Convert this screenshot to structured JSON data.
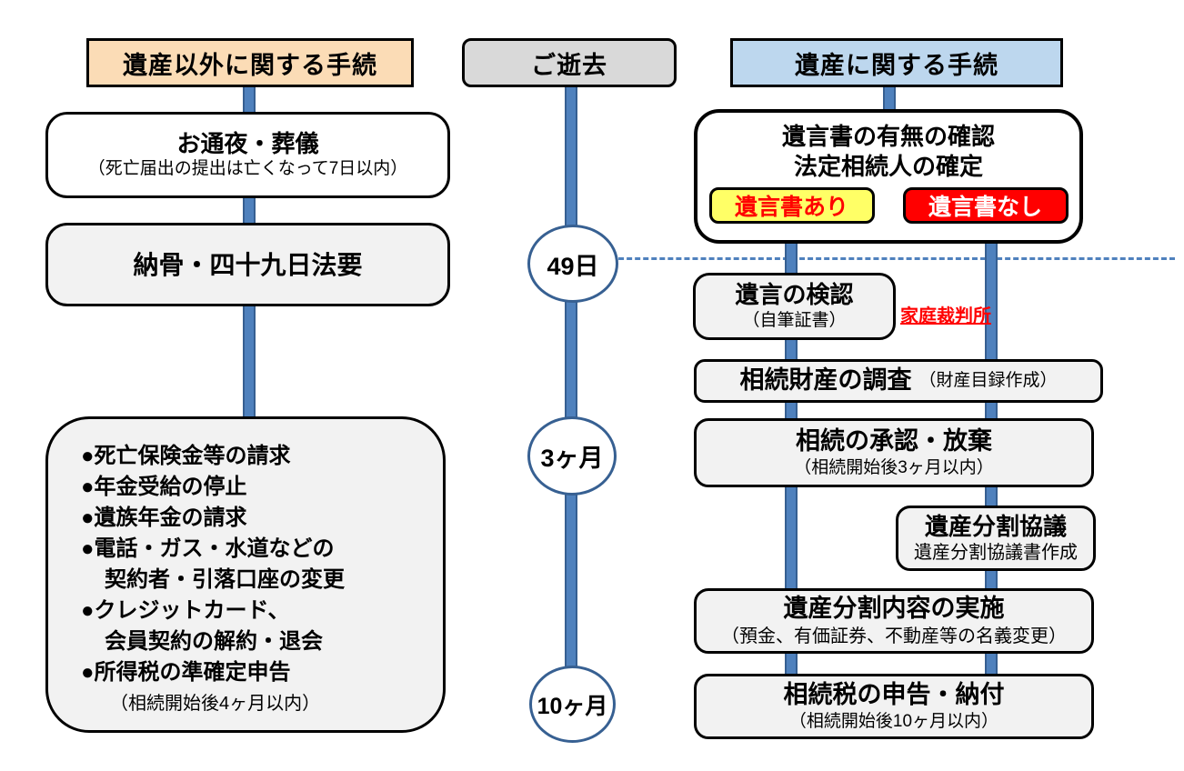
{
  "left": {
    "header": "遺産以外に関する手続",
    "wake": {
      "title": "お通夜・葬儀",
      "subtitle": "（死亡届出の提出は亡くなって7日以内）"
    },
    "nokotsu": {
      "title": "納骨・四十九日法要"
    },
    "tasks": [
      "●死亡保険金等の請求",
      "●年金受給の停止",
      "●遺族年金の請求",
      "●電話・ガス・水道などの",
      "契約者・引落口座の変更",
      "●クレジットカード、",
      "会員契約の解約・退会",
      "●所得税の準確定申告",
      "（相続開始後4ヶ月以内）"
    ]
  },
  "timeline": {
    "header": "ご逝去",
    "milestones": [
      "49日",
      "3ヶ月",
      "10ヶ月"
    ]
  },
  "right": {
    "header": "遺産に関する手続",
    "check": {
      "line1": "遺言書の有無の確認",
      "line2": "法定相続人の確定",
      "yes": "遺言書あり",
      "no": "遺言書なし"
    },
    "probate": {
      "title": "遺言の検認",
      "subtitle": "（自筆証書）",
      "note": "家庭裁判所"
    },
    "survey": {
      "title": "相続財産の調査",
      "subtitle": "（財産目録作成）"
    },
    "approval": {
      "title": "相続の承認・放棄",
      "subtitle": "（相続開始後3ヶ月以内）"
    },
    "division_meeting": {
      "title": "遺産分割協議",
      "subtitle": "遺産分割協議書作成"
    },
    "division_execute": {
      "title": "遺産分割内容の実施",
      "subtitle": "（預金、有価証券、不動産等の名義変更）"
    },
    "tax": {
      "title": "相続税の申告・納付",
      "subtitle": "（相続開始後10ヶ月以内）"
    }
  },
  "colors": {
    "accent_blue": "#4F81BD",
    "circle_border": "#376092",
    "header_left_bg": "#FBDCB6",
    "header_mid_bg": "#D9D9D9",
    "header_right_bg": "#BDD7EE",
    "box_gray_bg": "#F2F2F2",
    "tag_yes_bg": "#FFFF66",
    "tag_no_bg": "#FF0000",
    "note_red": "#FF0000"
  }
}
